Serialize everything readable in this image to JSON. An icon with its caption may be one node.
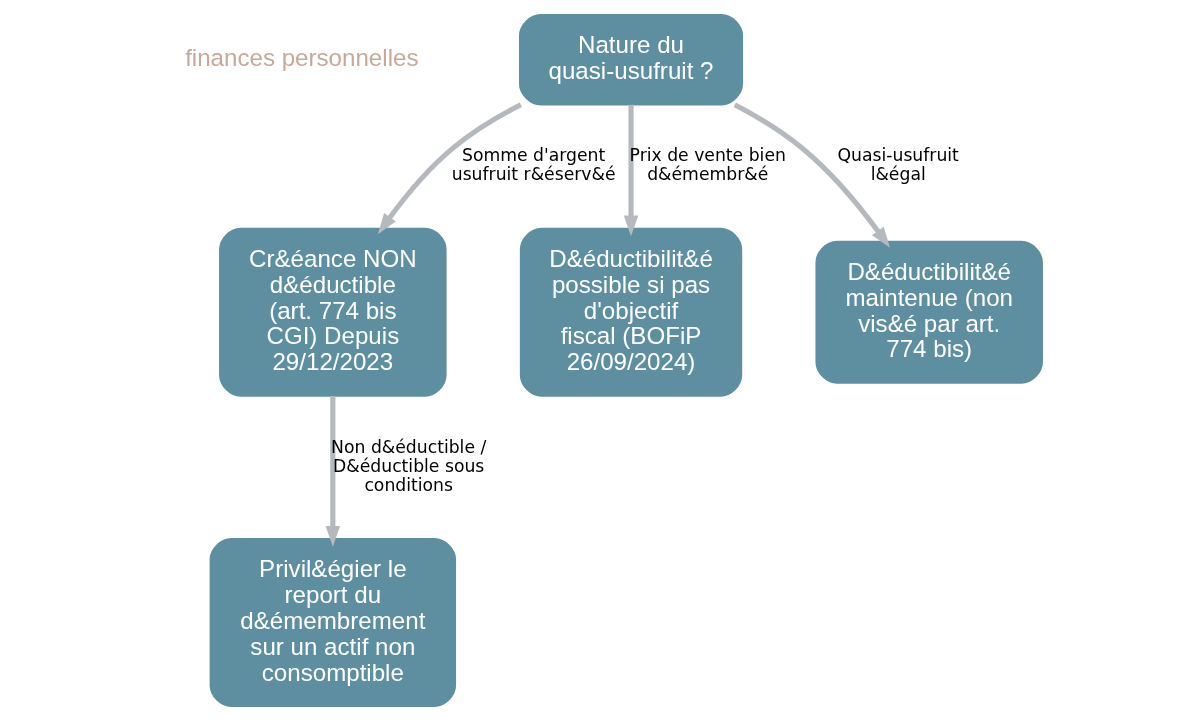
{
  "diagram": {
    "nodes": [
      {
        "text": [
          "Nature du quasi-usufruit ?"
        ]
      },
      {
        "text": [
          "Cr&éance NON d&éductible (art. 774 bis CGI) Depuis 29/12/2023"
        ]
      },
      {
        "text": [
          "D&éductibilit&é possible si pas d'objectif fiscal (BOFiP 26/09/2024)"
        ]
      },
      {
        "text": [
          "D&éductibilit&é maintenue (non vis&é par art. 774 bis)"
        ]
      },
      {
        "text": [
          "Privil&égier le report du d&émembrement sur un actif non consomptible"
        ]
      }
    ],
    "edges": [
      {
        "from": 0,
        "to": 1,
        "arrow": "to",
        "label": "Somme d'argent usufruit r&éserv&é"
      },
      {
        "from": 0,
        "to": 2,
        "arrow": "to",
        "label": "Prix de vente bien d&émembr&é"
      },
      {
        "from": 0,
        "to": 3,
        "arrow": "to",
        "label": "Quasi-usufruit l&égal"
      },
      {
        "from": 1,
        "to": 4,
        "arrow": "to",
        "label": "Non d&éductible / D&éductible sous conditions"
      }
    ],
    "labels": [
      "finances personnelles"
    ]
  }
}
